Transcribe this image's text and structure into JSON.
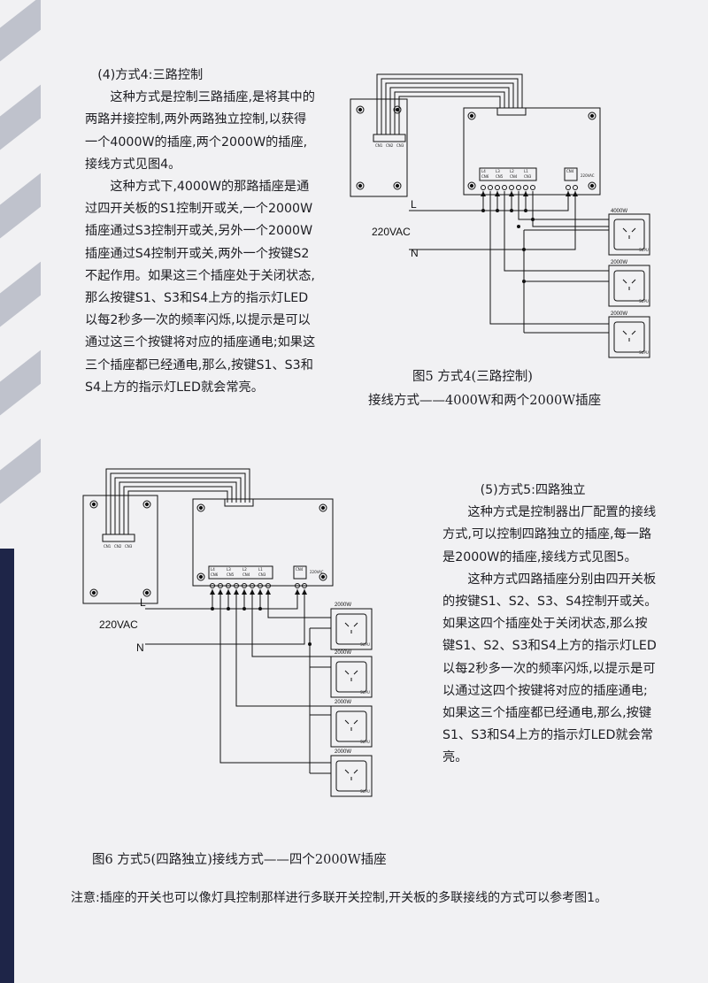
{
  "section4": {
    "heading": "(4)方式4:三路控制",
    "paragraphs": [
      "这种方式是控制三路插座,是将其中的两路并接控制,两外两路独立控制,以获得一个4000W的插座,两个2000W的插座,接线方式见图4。",
      "这种方式下,4000W的那路插座是通过四开关板的S1控制开或关,一个2000W插座通过S3控制开或关,另外一个2000W插座通过S4控制开或关,两外一个按键S2不起作用。如果这三个插座处于关闭状态,那么按键S1、S3和S4上方的指示灯LED以每2秒多一次的频率闪烁,以提示是可以通过这三个按键将对应的插座通电;如果这三个插座都已经通电,那么,按键S1、S3和S4上方的指示灯LED就会常亮。"
    ]
  },
  "figure5": {
    "caption_line1": "图5 方式4(三路控制)",
    "caption_line2": "接线方式——4000W和两个2000W插座",
    "mains_label": "220VAC",
    "line_label": "L",
    "neutral_label": "N",
    "socket_ratings": [
      "4000W",
      "2000W",
      "2000W"
    ],
    "switch_connectors": [
      "CN1",
      "CN2",
      "CN3"
    ],
    "terminals": [
      "L4",
      "L3",
      "L2",
      "L1"
    ],
    "terminal_sub": [
      "CN6",
      "CN5",
      "CN4",
      "CN3"
    ],
    "power_terminal": "220VAC",
    "power_sub": "CN4",
    "socket_brand": "SUPU"
  },
  "section5": {
    "heading": "(5)方式5:四路独立",
    "paragraphs": [
      "这种方式是控制器出厂配置的接线方式,可以控制四路独立的插座,每一路是2000W的插座,接线方式见图5。",
      "这种方式四路插座分别由四开关板的按键S1、S2、S3、S4控制开或关。如果这四个插座处于关闭状态,那么按键S1、S2、S3和S4上方的指示灯LED以每2秒多一次的频率闪烁,以提示是可以通过这四个按键将对应的插座通电;如果这三个插座都已经通电,那么,按键S1、S3和S4上方的指示灯LED就会常亮。"
    ]
  },
  "figure6": {
    "caption": "图6 方式5(四路独立)接线方式——四个2000W插座",
    "mains_label": "220VAC",
    "line_label": "L",
    "neutral_label": "N",
    "socket_ratings": [
      "2000W",
      "2000W",
      "2000W",
      "2000W"
    ],
    "switch_connectors": [
      "CN1",
      "CN2",
      "CN3"
    ],
    "terminals": [
      "L4",
      "L3",
      "L2",
      "L1"
    ],
    "terminal_sub": [
      "CN6",
      "CN5",
      "CN4",
      "CN3"
    ],
    "power_terminal": "220VAC",
    "power_sub": "CN4",
    "socket_brand": "SUPU"
  },
  "note": "注意:插座的开关也可以像灯具控制那样进行多联开关控制,开关板的多联接线的方式可以参考图1。",
  "colors": {
    "background": "#f1f1f3",
    "stripe": "#bfc2cc",
    "accent_bar": "#1e2548",
    "text": "#1d1d22"
  }
}
